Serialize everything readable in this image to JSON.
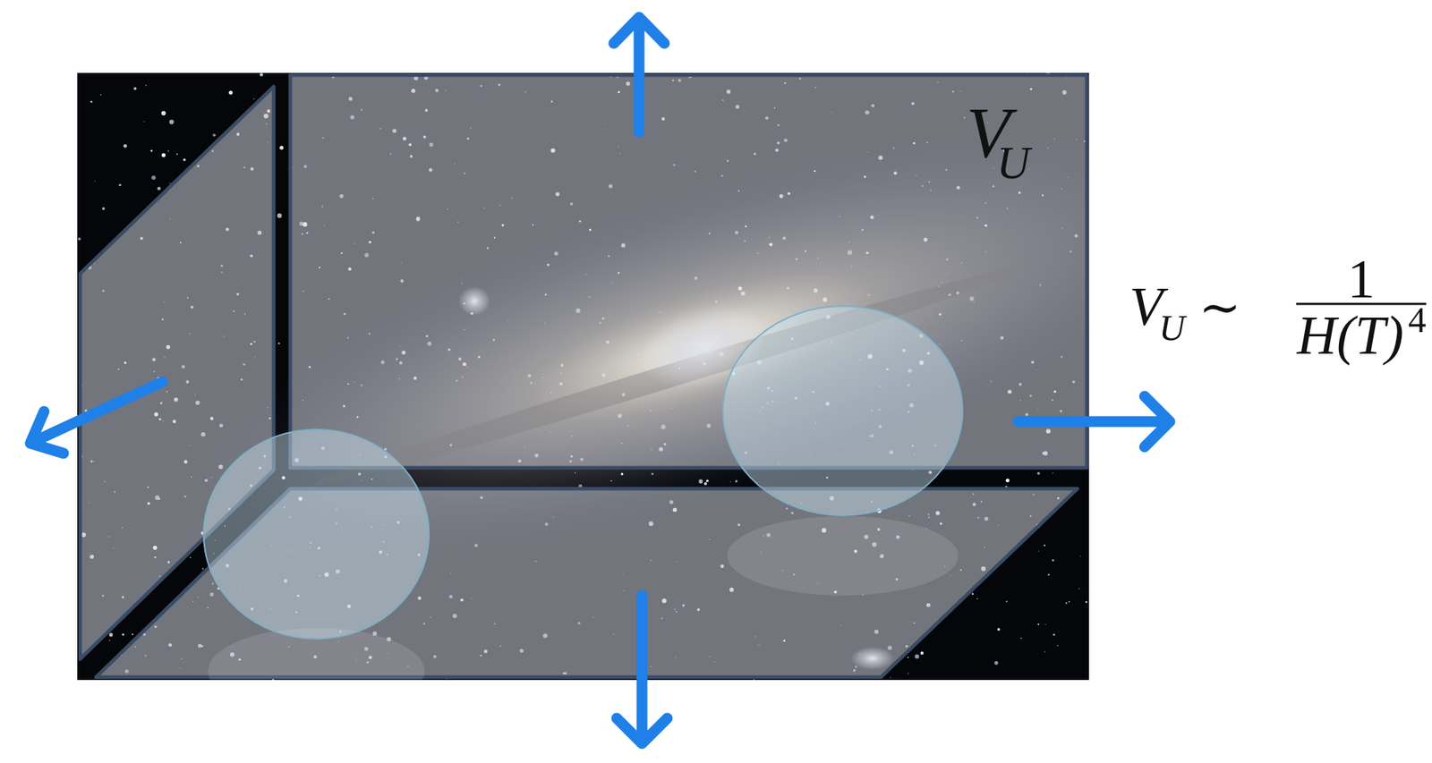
{
  "diagram": {
    "labels": [
      "V",
      "U",
      "V",
      "U",
      "∼",
      "1",
      "H(T)",
      "4"
    ]
  }
}
